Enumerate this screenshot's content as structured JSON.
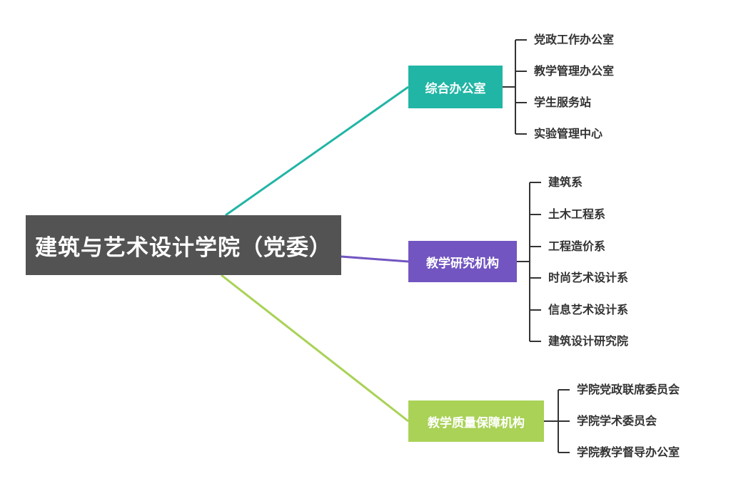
{
  "root": {
    "label": "建筑与艺术设计学院（党委）",
    "color": "#535353"
  },
  "branches": [
    {
      "label": "综合办公室",
      "color": "#21b5a5",
      "children": [
        "党政工作办公室",
        "教学管理办公室",
        "学生服务站",
        "实验管理中心"
      ]
    },
    {
      "label": "教学研究机构",
      "color": "#7255c1",
      "children": [
        "建筑系",
        "土木工程系",
        "工程造价系",
        "时尚艺术设计系",
        "信息艺术设计系",
        "建筑设计研究院"
      ]
    },
    {
      "label": "教学质量保障机构",
      "color": "#a9d256",
      "children": [
        "学院党政联席委员会",
        "学院学术委员会",
        "学院教学督导办公室"
      ]
    }
  ],
  "bracket_color": "#333333"
}
